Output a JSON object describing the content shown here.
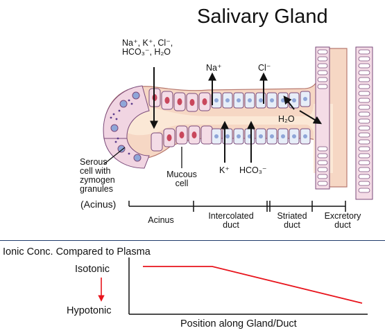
{
  "title": "Salivary Gland",
  "ions_in": {
    "line1": "Na⁺, K⁺, Cl⁻,",
    "line2": "HCO₃⁻, H₂O"
  },
  "ions_out": {
    "na": "Na⁺",
    "cl": "Cl⁻"
  },
  "ions_secreted": {
    "k": "K⁺",
    "hco3": "HCO₃⁻"
  },
  "water": "H₂O",
  "cell_labels": {
    "serous": [
      "Serous",
      "cell with",
      "zymogen",
      "granules"
    ],
    "acinus_paren": "(Acinus)",
    "mucous": [
      "Mucous",
      "cell"
    ]
  },
  "segments": [
    {
      "lines": [
        "Acinus"
      ]
    },
    {
      "lines": [
        "Intercolated",
        "duct"
      ]
    },
    {
      "lines": [
        "Striated",
        "duct"
      ]
    },
    {
      "lines": [
        "Excretory",
        "duct"
      ]
    }
  ],
  "plot": {
    "heading": "Ionic Conc. Compared to Plasma",
    "y_top": "Isotonic",
    "y_bottom": "Hypotonic",
    "x_label": "Position  along Gland/Duct",
    "line_color": "#e8141c",
    "arrow_color": "#e8141c"
  }
}
